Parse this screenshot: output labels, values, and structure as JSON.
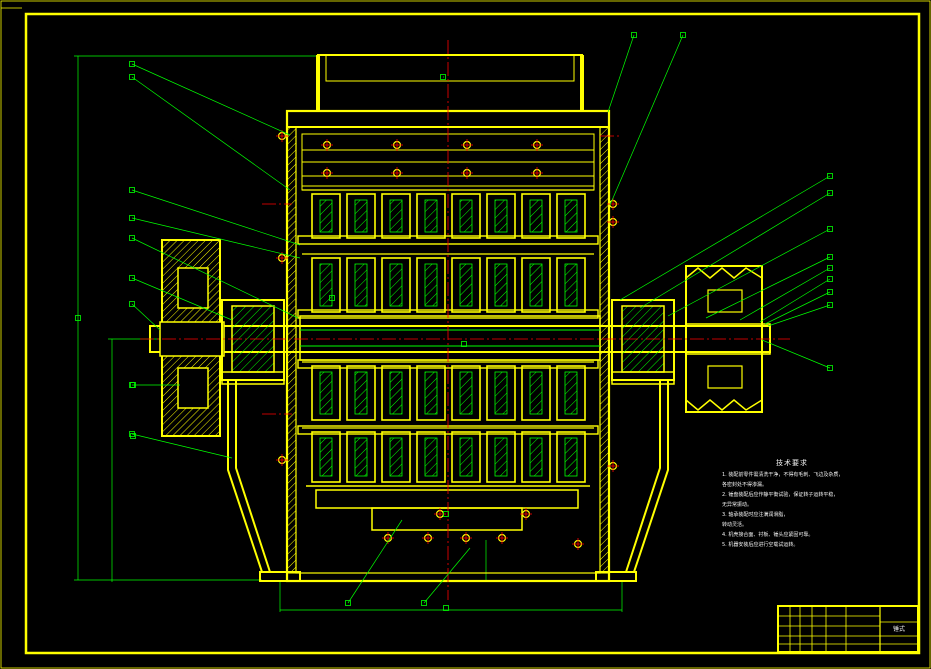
{
  "colors": {
    "background": "#000000",
    "outline": "#ffff00",
    "detail": "#00ff00",
    "centerline": "#ff0000",
    "hatch": "#ffff00",
    "text": "#f2f2f2",
    "marker": "#00ff00"
  },
  "technical_requirements": {
    "title": "技术要求",
    "lines": [
      "1. 装配前零件需清洗干净，不得有毛刺、飞边及杂质，",
      "   各密封处不得渗漏。",
      "2. 锤盘装配后应作静平衡试验，保证转子运转平稳，",
      "   无异常振动。",
      "3. 轴承装配时应注满润滑脂，",
      "   转动灵活。",
      "4. 机壳接合面、衬板、锤头应紧固可靠。",
      "5. 机器安装后应进行空载试运转。"
    ]
  },
  "title_block": {
    "drawing_no": "锤式"
  }
}
